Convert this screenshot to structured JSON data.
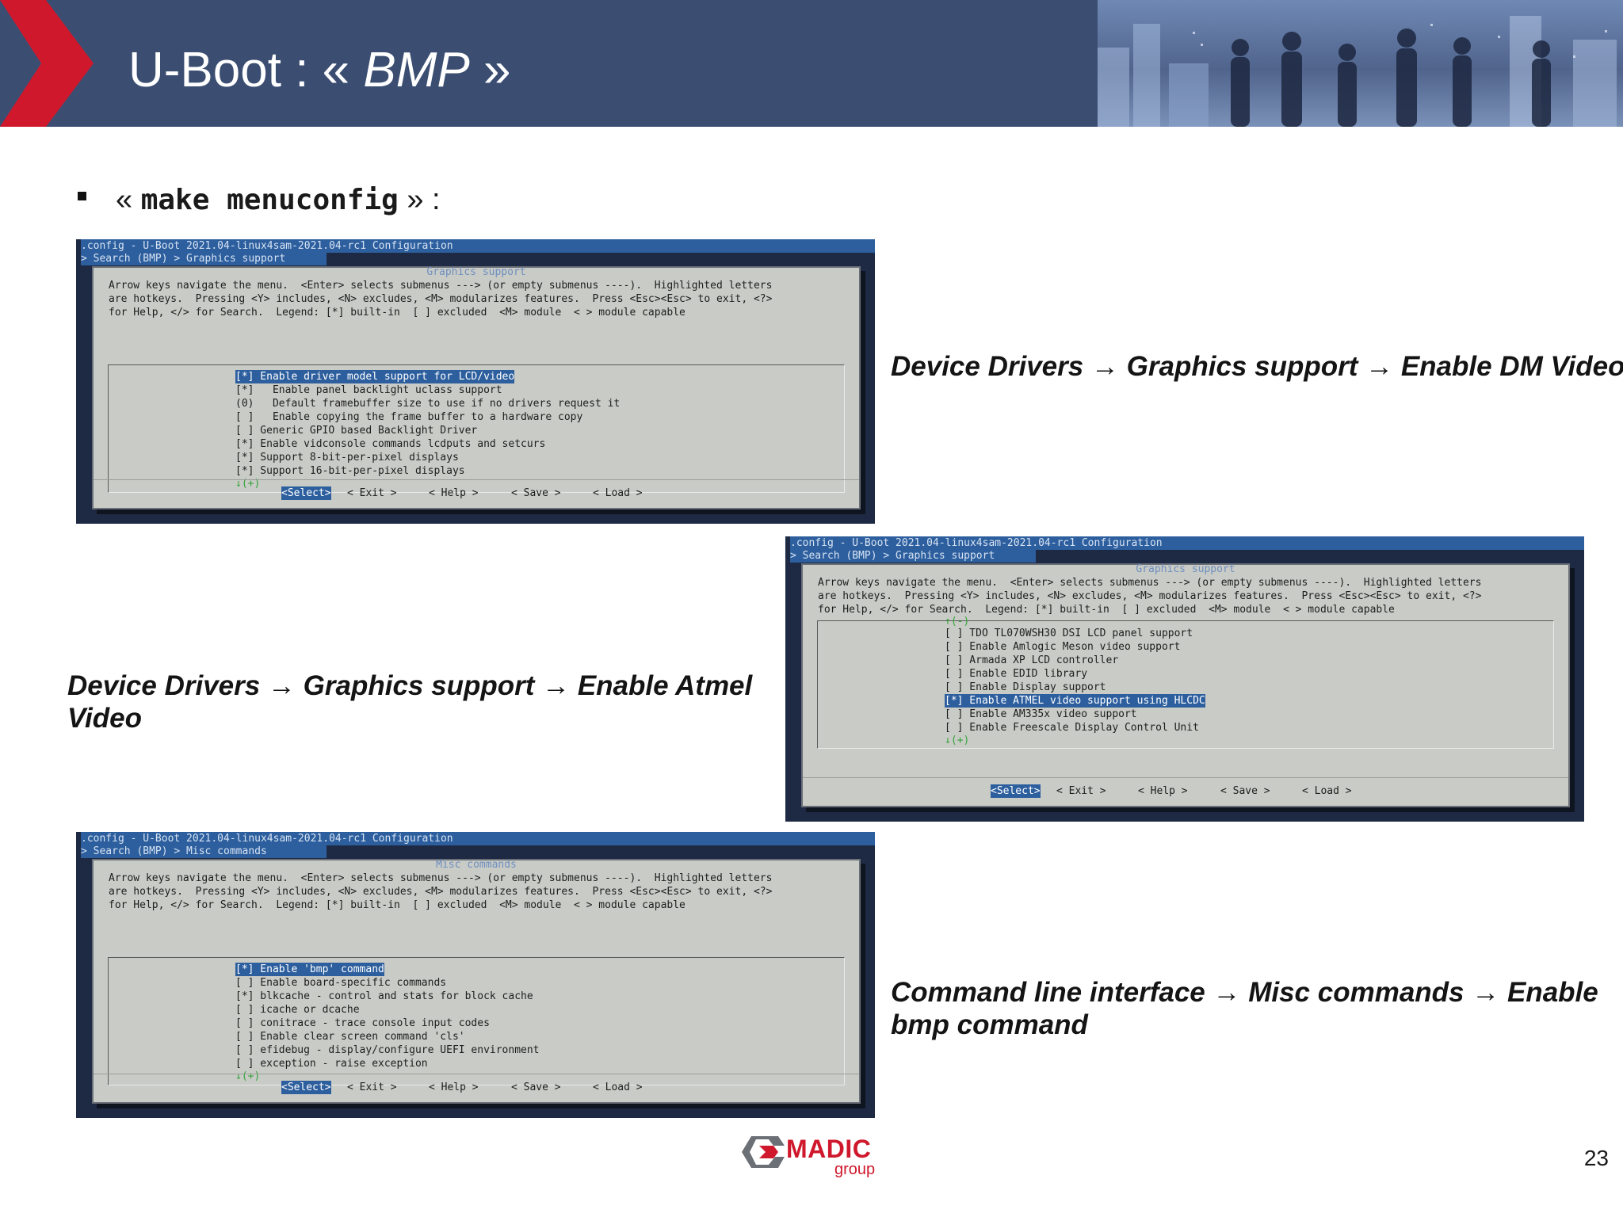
{
  "slide": {
    "title_prefix": "U-Boot : « ",
    "title_italic": "BMP",
    "title_suffix": " »",
    "bullet_prefix": "« ",
    "bullet_command": "make menuconfig",
    "bullet_suffix": " » :",
    "page_number": "23"
  },
  "logo": {
    "name": "MADIC",
    "group": "group",
    "brand_color": "#d0182c"
  },
  "captions": {
    "dm_video": "Device Drivers → Graphics support → Enable DM Video",
    "atmel_video_line1": "Device Drivers → Graphics support → Enable Atmel",
    "atmel_video_line2": "Video",
    "bmp_line1": "Command line interface → Misc commands → Enable",
    "bmp_line2": "bmp command"
  },
  "terminal_common": {
    "window_title": ".config - U-Boot 2021.04-linux4sam-2021.04-rc1 Configuration",
    "help_line1": "Arrow keys navigate the menu.  <Enter> selects submenus ---> (or empty submenus ----).  Highlighted letters",
    "help_line2": "are hotkeys.  Pressing <Y> includes, <N> excludes, <M> modularizes features.  Press <Esc><Esc> to exit, <?>",
    "help_line3": "for Help, </> for Search.  Legend: [*] built-in  [ ] excluded  <M> module  < > module capable",
    "btn_select": "<Select>",
    "btn_exit": "< Exit >",
    "btn_help": "< Help >",
    "btn_save": "< Save >",
    "btn_load": "< Load >",
    "scroll_down": "↓(+)",
    "scroll_up": "↑(-)"
  },
  "terminals": {
    "graphics1": {
      "breadcrumb": "> Search (BMP) > Graphics support",
      "dialog_title": "Graphics support",
      "items": [
        {
          "box": "[*]",
          "label": " Enable driver model support for LCD/video"
        },
        {
          "box": "[*]",
          "label": "   Enable panel backlight uclass support"
        },
        {
          "box": "(0)",
          "label": "   Default framebuffer size to use if no drivers request it"
        },
        {
          "box": "[ ]",
          "label": "   Enable copying the frame buffer to a hardware copy"
        },
        {
          "box": "[ ]",
          "label": " Generic GPIO based Backlight Driver"
        },
        {
          "box": "[*]",
          "label": " Enable vidconsole commands lcdputs and setcurs"
        },
        {
          "box": "[*]",
          "label": " Support 8-bit-per-pixel displays"
        },
        {
          "box": "[*]",
          "label": " Support 16-bit-per-pixel displays"
        }
      ]
    },
    "graphics2": {
      "breadcrumb": "> Search (BMP) > Graphics support",
      "dialog_title": "Graphics support",
      "items": [
        {
          "box": "[ ]",
          "label": " TDO TL070WSH30 DSI LCD panel support"
        },
        {
          "box": "[ ]",
          "label": " Enable Amlogic Meson video support"
        },
        {
          "box": "[ ]",
          "label": " Armada XP LCD controller"
        },
        {
          "box": "[ ]",
          "label": " Enable EDID library"
        },
        {
          "box": "[ ]",
          "label": " Enable Display support"
        },
        {
          "box": "[*]",
          "label": " Enable ATMEL video support using HLCDC"
        },
        {
          "box": "[ ]",
          "label": " Enable AM335x video support"
        },
        {
          "box": "[ ]",
          "label": " Enable Freescale Display Control Unit"
        }
      ]
    },
    "misc": {
      "breadcrumb": "> Search (BMP) > Misc commands",
      "dialog_title": "Misc commands",
      "items": [
        {
          "box": "[*]",
          "label": " Enable 'bmp' command"
        },
        {
          "box": "[ ]",
          "label": " Enable board-specific commands"
        },
        {
          "box": "[*]",
          "label": " blkcache - control and stats for block cache"
        },
        {
          "box": "[ ]",
          "label": " icache or dcache"
        },
        {
          "box": "[ ]",
          "label": " conitrace - trace console input codes"
        },
        {
          "box": "[ ]",
          "label": " Enable clear screen command 'cls'"
        },
        {
          "box": "[ ]",
          "label": " efidebug - display/configure UEFI environment"
        },
        {
          "box": "[ ]",
          "label": " exception - raise exception"
        }
      ]
    }
  }
}
